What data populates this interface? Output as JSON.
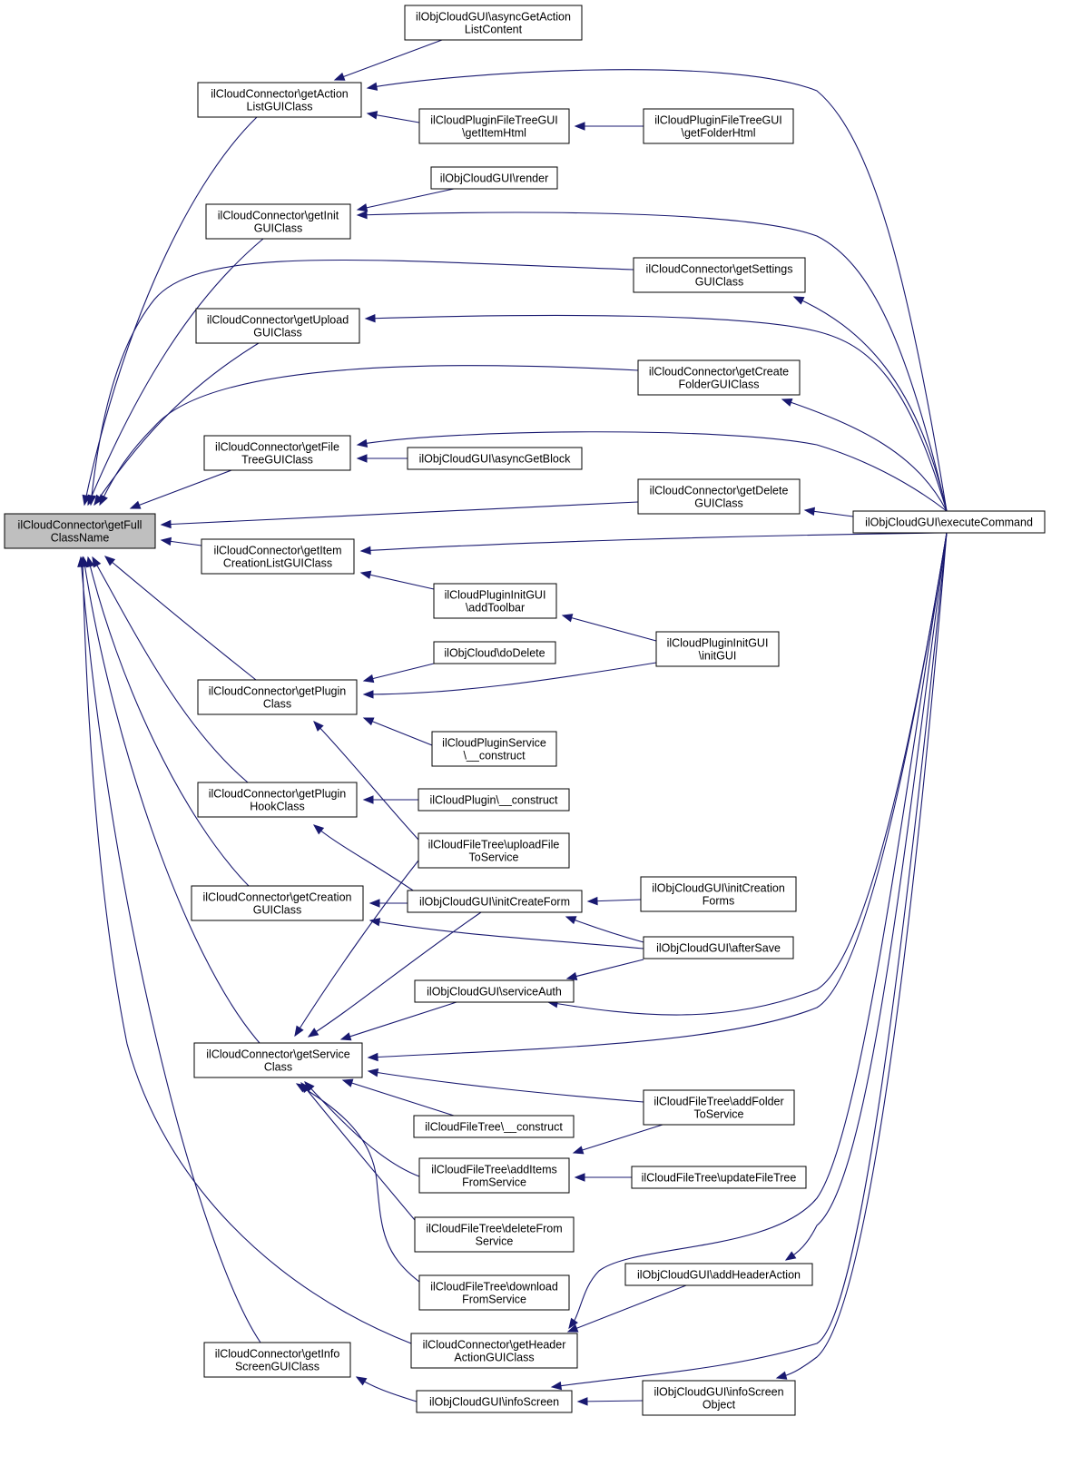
{
  "nodes": [
    {
      "id": "root",
      "lines": [
        "ilCloudConnector\\getFull",
        "ClassName"
      ]
    },
    {
      "id": "getActionListGUIClass",
      "lines": [
        "ilCloudConnector\\getAction",
        "ListGUIClass"
      ]
    },
    {
      "id": "getInitGUIClass",
      "lines": [
        "ilCloudConnector\\getInit",
        "GUIClass"
      ]
    },
    {
      "id": "getUploadGUIClass",
      "lines": [
        "ilCloudConnector\\getUpload",
        "GUIClass"
      ]
    },
    {
      "id": "getFileTreeGUIClass",
      "lines": [
        "ilCloudConnector\\getFile",
        "TreeGUIClass"
      ]
    },
    {
      "id": "getItemCreationListGUIClass",
      "lines": [
        "ilCloudConnector\\getItem",
        "CreationListGUIClass"
      ]
    },
    {
      "id": "getPluginClass",
      "lines": [
        "ilCloudConnector\\getPlugin",
        "Class"
      ]
    },
    {
      "id": "getPluginHookClass",
      "lines": [
        "ilCloudConnector\\getPlugin",
        "HookClass"
      ]
    },
    {
      "id": "getCreationGUIClass",
      "lines": [
        "ilCloudConnector\\getCreation",
        "GUIClass"
      ]
    },
    {
      "id": "getServiceClass",
      "lines": [
        "ilCloudConnector\\getService",
        "Class"
      ]
    },
    {
      "id": "getInfoScreenGUIClass",
      "lines": [
        "ilCloudConnector\\getInfo",
        "ScreenGUIClass"
      ]
    },
    {
      "id": "asyncGetActionListContent",
      "lines": [
        "ilObjCloudGUI\\asyncGetAction",
        "ListContent"
      ]
    },
    {
      "id": "pluginFileTreeGetItemHtml",
      "lines": [
        "ilCloudPluginFileTreeGUI",
        "\\getItemHtml"
      ]
    },
    {
      "id": "pluginFileTreeGetFolderHtml",
      "lines": [
        "ilCloudPluginFileTreeGUI",
        "\\getFolderHtml"
      ]
    },
    {
      "id": "render",
      "lines": [
        "ilObjCloudGUI\\render"
      ]
    },
    {
      "id": "getSettingsGUIClass",
      "lines": [
        "ilCloudConnector\\getSettings",
        "GUIClass"
      ]
    },
    {
      "id": "getCreateFolderGUIClass",
      "lines": [
        "ilCloudConnector\\getCreate",
        "FolderGUIClass"
      ]
    },
    {
      "id": "asyncGetBlock",
      "lines": [
        "ilObjCloudGUI\\asyncGetBlock"
      ]
    },
    {
      "id": "getDeleteGUIClass",
      "lines": [
        "ilCloudConnector\\getDelete",
        "GUIClass"
      ]
    },
    {
      "id": "executeCommand",
      "lines": [
        "ilObjCloudGUI\\executeCommand"
      ]
    },
    {
      "id": "addToolbar",
      "lines": [
        "ilCloudPluginInitGUI",
        "\\addToolbar"
      ]
    },
    {
      "id": "initGUI",
      "lines": [
        "ilCloudPluginInitGUI",
        "\\initGUI"
      ]
    },
    {
      "id": "doDelete",
      "lines": [
        "ilObjCloud\\doDelete"
      ]
    },
    {
      "id": "pluginServiceConstruct",
      "lines": [
        "ilCloudPluginService",
        "\\__construct"
      ]
    },
    {
      "id": "pluginConstruct",
      "lines": [
        "ilCloudPlugin\\__construct"
      ]
    },
    {
      "id": "uploadFileToService",
      "lines": [
        "ilCloudFileTree\\uploadFile",
        "ToService"
      ]
    },
    {
      "id": "initCreateForm",
      "lines": [
        "ilObjCloudGUI\\initCreateForm"
      ]
    },
    {
      "id": "initCreationForms",
      "lines": [
        "ilObjCloudGUI\\initCreation",
        "Forms"
      ]
    },
    {
      "id": "afterSave",
      "lines": [
        "ilObjCloudGUI\\afterSave"
      ]
    },
    {
      "id": "serviceAuth",
      "lines": [
        "ilObjCloudGUI\\serviceAuth"
      ]
    },
    {
      "id": "addFolderToService",
      "lines": [
        "ilCloudFileTree\\addFolder",
        "ToService"
      ]
    },
    {
      "id": "fileTreeConstruct",
      "lines": [
        "ilCloudFileTree\\__construct"
      ]
    },
    {
      "id": "addItemsFromService",
      "lines": [
        "ilCloudFileTree\\addItems",
        "FromService"
      ]
    },
    {
      "id": "updateFileTree",
      "lines": [
        "ilCloudFileTree\\updateFileTree"
      ]
    },
    {
      "id": "deleteFromService",
      "lines": [
        "ilCloudFileTree\\deleteFrom",
        "Service"
      ]
    },
    {
      "id": "downloadFromService",
      "lines": [
        "ilCloudFileTree\\download",
        "FromService"
      ]
    },
    {
      "id": "addHeaderAction",
      "lines": [
        "ilObjCloudGUI\\addHeaderAction"
      ]
    },
    {
      "id": "getHeaderActionGUIClass",
      "lines": [
        "ilCloudConnector\\getHeader",
        "ActionGUIClass"
      ]
    },
    {
      "id": "infoScreen",
      "lines": [
        "ilObjCloudGUI\\infoScreen"
      ]
    },
    {
      "id": "infoScreenObject",
      "lines": [
        "ilObjCloudGUI\\infoScreen",
        "Object"
      ]
    }
  ],
  "edges": [
    {
      "from": "getActionListGUIClass",
      "to": "root"
    },
    {
      "from": "getInitGUIClass",
      "to": "root"
    },
    {
      "from": "getSettingsGUIClass",
      "to": "root"
    },
    {
      "from": "getUploadGUIClass",
      "to": "root"
    },
    {
      "from": "getCreateFolderGUIClass",
      "to": "root"
    },
    {
      "from": "getFileTreeGUIClass",
      "to": "root"
    },
    {
      "from": "getDeleteGUIClass",
      "to": "root"
    },
    {
      "from": "getItemCreationListGUIClass",
      "to": "root"
    },
    {
      "from": "getPluginClass",
      "to": "root"
    },
    {
      "from": "getPluginHookClass",
      "to": "root"
    },
    {
      "from": "getCreationGUIClass",
      "to": "root"
    },
    {
      "from": "getServiceClass",
      "to": "root"
    },
    {
      "from": "getHeaderActionGUIClass",
      "to": "root"
    },
    {
      "from": "getInfoScreenGUIClass",
      "to": "root"
    },
    {
      "from": "asyncGetActionListContent",
      "to": "getActionListGUIClass"
    },
    {
      "from": "pluginFileTreeGetItemHtml",
      "to": "getActionListGUIClass"
    },
    {
      "from": "executeCommand",
      "to": "getActionListGUIClass"
    },
    {
      "from": "pluginFileTreeGetFolderHtml",
      "to": "pluginFileTreeGetItemHtml"
    },
    {
      "from": "render",
      "to": "getInitGUIClass"
    },
    {
      "from": "executeCommand",
      "to": "getInitGUIClass"
    },
    {
      "from": "executeCommand",
      "to": "getSettingsGUIClass"
    },
    {
      "from": "executeCommand",
      "to": "getUploadGUIClass"
    },
    {
      "from": "executeCommand",
      "to": "getCreateFolderGUIClass"
    },
    {
      "from": "asyncGetBlock",
      "to": "getFileTreeGUIClass"
    },
    {
      "from": "executeCommand",
      "to": "getFileTreeGUIClass"
    },
    {
      "from": "executeCommand",
      "to": "getDeleteGUIClass"
    },
    {
      "from": "addToolbar",
      "to": "getItemCreationListGUIClass"
    },
    {
      "from": "executeCommand",
      "to": "getItemCreationListGUIClass"
    },
    {
      "from": "initGUI",
      "to": "addToolbar"
    },
    {
      "from": "doDelete",
      "to": "getPluginClass"
    },
    {
      "from": "initGUI",
      "to": "getPluginClass"
    },
    {
      "from": "pluginServiceConstruct",
      "to": "getPluginClass"
    },
    {
      "from": "uploadFileToService",
      "to": "getPluginClass"
    },
    {
      "from": "pluginConstruct",
      "to": "getPluginHookClass"
    },
    {
      "from": "initCreateForm",
      "to": "getPluginHookClass"
    },
    {
      "from": "initCreateForm",
      "to": "getCreationGUIClass"
    },
    {
      "from": "afterSave",
      "to": "getCreationGUIClass"
    },
    {
      "from": "initCreationForms",
      "to": "initCreateForm"
    },
    {
      "from": "afterSave",
      "to": "initCreateForm"
    },
    {
      "from": "afterSave",
      "to": "serviceAuth"
    },
    {
      "from": "executeCommand",
      "to": "serviceAuth"
    },
    {
      "from": "uploadFileToService",
      "to": "getServiceClass"
    },
    {
      "from": "initCreateForm",
      "to": "getServiceClass"
    },
    {
      "from": "serviceAuth",
      "to": "getServiceClass"
    },
    {
      "from": "executeCommand",
      "to": "getServiceClass"
    },
    {
      "from": "addFolderToService",
      "to": "getServiceClass"
    },
    {
      "from": "fileTreeConstruct",
      "to": "getServiceClass"
    },
    {
      "from": "addItemsFromService",
      "to": "getServiceClass"
    },
    {
      "from": "deleteFromService",
      "to": "getServiceClass"
    },
    {
      "from": "downloadFromService",
      "to": "getServiceClass"
    },
    {
      "from": "addFolderToService",
      "to": "addItemsFromService"
    },
    {
      "from": "updateFileTree",
      "to": "addItemsFromService"
    },
    {
      "from": "addHeaderAction",
      "to": "getHeaderActionGUIClass"
    },
    {
      "from": "executeCommand",
      "to": "getHeaderActionGUIClass"
    },
    {
      "from": "executeCommand",
      "to": "addHeaderAction"
    },
    {
      "from": "infoScreen",
      "to": "getInfoScreenGUIClass"
    },
    {
      "from": "infoScreenObject",
      "to": "infoScreen"
    },
    {
      "from": "executeCommand",
      "to": "infoScreen"
    },
    {
      "from": "executeCommand",
      "to": "infoScreenObject"
    }
  ],
  "colors": {
    "edge": "#191970",
    "root_fill": "#bfbfbf",
    "node_fill": "#ffffff",
    "border": "#000000"
  }
}
